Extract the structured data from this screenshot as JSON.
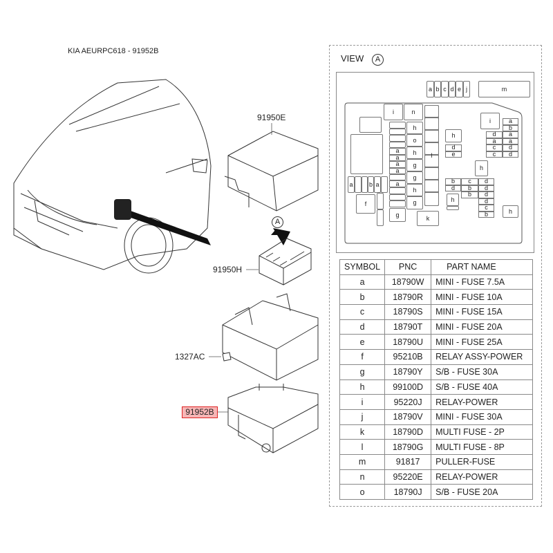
{
  "title": "KIA AEURPC618 - 91952B",
  "callouts": {
    "cover": "91950E",
    "relay_block": "91950H",
    "nut": "1327AC",
    "lower_cover": "91952B",
    "view_marker": "A"
  },
  "view": {
    "label": "VIEW",
    "marker": "A",
    "cells": [
      "a",
      "b",
      "c",
      "d",
      "e",
      "j",
      "m",
      "i",
      "n",
      "l",
      "h",
      "o",
      "h",
      "g",
      "g",
      "h",
      "g",
      "a",
      "a",
      "a",
      "a",
      "a",
      "g",
      "k",
      "a",
      "b",
      "a",
      "f",
      "h",
      "d",
      "e",
      "h",
      "b",
      "d",
      "c",
      "b",
      "b",
      "d",
      "d",
      "d",
      "d",
      "c",
      "b",
      "h",
      "h",
      "i",
      "a",
      "b",
      "a",
      "a",
      "d",
      "d",
      "d",
      "a",
      "c",
      "c"
    ]
  },
  "table": {
    "headers": [
      "SYMBOL",
      "PNC",
      "PART NAME"
    ],
    "rows": [
      [
        "a",
        "18790W",
        "MINI - FUSE 7.5A"
      ],
      [
        "b",
        "18790R",
        "MINI - FUSE 10A"
      ],
      [
        "c",
        "18790S",
        "MINI - FUSE 15A"
      ],
      [
        "d",
        "18790T",
        "MINI - FUSE 20A"
      ],
      [
        "e",
        "18790U",
        "MINI - FUSE 25A"
      ],
      [
        "f",
        "95210B",
        "RELAY ASSY-POWER"
      ],
      [
        "g",
        "18790Y",
        "S/B - FUSE 30A"
      ],
      [
        "h",
        "99100D",
        "S/B - FUSE 40A"
      ],
      [
        "i",
        "95220J",
        "RELAY-POWER"
      ],
      [
        "j",
        "18790V",
        "MINI - FUSE 30A"
      ],
      [
        "k",
        "18790D",
        "MULTI FUSE - 2P"
      ],
      [
        "l",
        "18790G",
        "MULTI FUSE - 8P"
      ],
      [
        "m",
        "91817",
        "PULLER-FUSE"
      ],
      [
        "n",
        "95220E",
        "RELAY-POWER"
      ],
      [
        "o",
        "18790J",
        "S/B - FUSE 20A"
      ]
    ]
  },
  "colors": {
    "highlight_fill": "#f7b6b6",
    "highlight_border": "#dd2222"
  }
}
